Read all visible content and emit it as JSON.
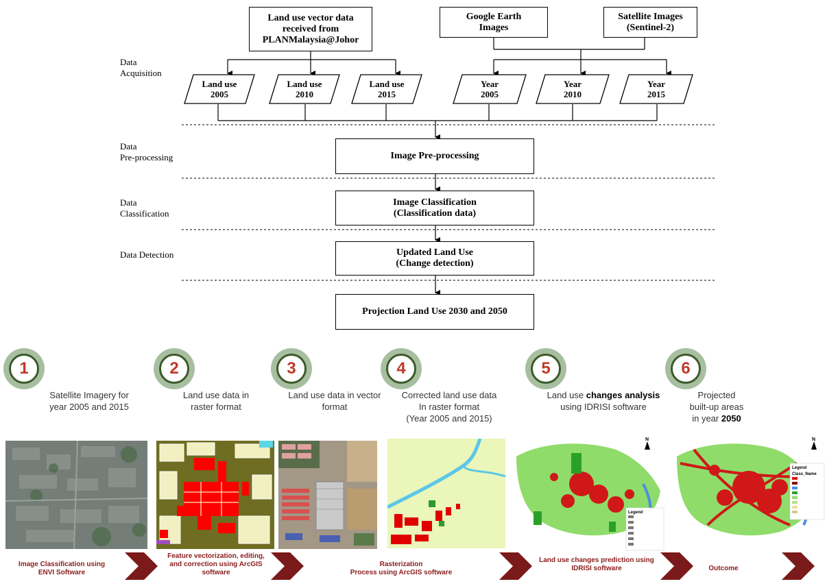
{
  "sources": {
    "planmalaysia": "Land use vector data\nreceived from\nPLANMalaysia@Johor",
    "google_earth": "Google Earth\nImages",
    "satellite": "Satellite Images\n(Sentinel-2)"
  },
  "stages": {
    "acquisition": "Data\nAcquisition",
    "preprocessing": "Data\nPre-processing",
    "classification": "Data\nClassification",
    "detection": "Data Detection"
  },
  "inputs": [
    "Land use\n2005",
    "Land use\n2010",
    "Land use\n2015",
    "Year\n2005",
    "Year\n2010",
    "Year\n2015"
  ],
  "process": {
    "preprocessing": "Image Pre-processing",
    "classification": "Image Classification\n(Classification data)",
    "detection": "Updated Land Use\n(Change detection)",
    "projection": "Projection Land Use 2030 and 2050"
  },
  "steps": [
    {
      "num": "1",
      "text": "Satellite Imagery for\nyear 2005 and 2015"
    },
    {
      "num": "2",
      "text": "Land use data in\nraster format"
    },
    {
      "num": "3",
      "text": "Land use data in vector\nformat"
    },
    {
      "num": "4",
      "text": "Corrected land use data\nIn raster format\n(Year 2005 and 2015)"
    },
    {
      "num": "5",
      "text_pre": "Land use ",
      "text_bold": "changes analysis",
      "text_post": "\nusing IDRISI software"
    },
    {
      "num": "6",
      "text_pre": "Projected\nbuilt-up areas\nin year ",
      "text_bold": "2050",
      "text_post": ""
    }
  ],
  "arrow_labels": [
    "Image Classification using\nENVI Software",
    "Feature vectorization, editing,\nand correction using ArcGIS\nsoftware",
    "Rasterization\nProcess using ArcGIS software",
    "Land use changes prediction using\nIDRISI software",
    "Outcome"
  ],
  "map_labels": {
    "north": "N",
    "legend5": "Legend",
    "legend6": "Legend",
    "classname": "Class_Name"
  },
  "colors": {
    "dark_red": "#7b1a1a",
    "circle_ring": "#3b5a2a",
    "circle_outer": "#a7bfa0",
    "digit_red": "#c0392b"
  }
}
